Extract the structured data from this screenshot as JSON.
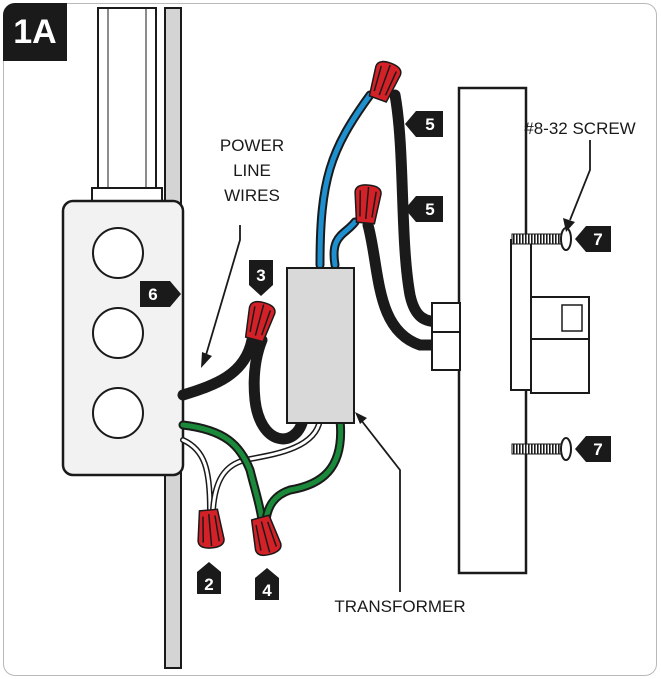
{
  "figure": {
    "id": "1A",
    "labels": {
      "power_line_wires": [
        "POWER",
        "LINE",
        "WIRES"
      ],
      "screw": "#8-32 SCREW",
      "transformer": "TRANSFORMER"
    },
    "callouts": [
      "2",
      "3",
      "4",
      "5",
      "5",
      "6",
      "7",
      "7"
    ]
  },
  "colors": {
    "black_wire": "#1a1a1a",
    "blue_wire": "#1e90d0",
    "green_wire": "#1a8a3a",
    "white_wire": "#ffffff",
    "wire_nut": "#d42027",
    "transformer": "#d9d9d9",
    "box": "#f2f2f2",
    "stud": "#d4d4d4",
    "badge": "#1a1a1a"
  }
}
